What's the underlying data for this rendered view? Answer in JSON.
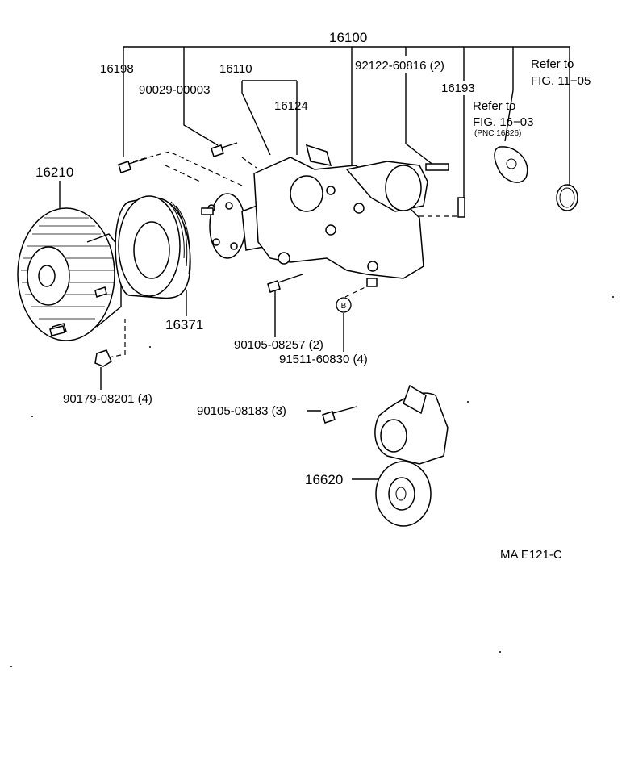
{
  "labels": {
    "p16100": "16100",
    "p16198": "16198",
    "p16110": "16110",
    "p92122": "92122-60816 (2)",
    "p16193": "16193",
    "refer1105_a": "Refer to",
    "refer1105_b": "FIG. 11−05",
    "p90029": "90029-00003",
    "p16124": "16124",
    "refer1603_a": "Refer to",
    "refer1603_b": "FIG. 16−03",
    "pnc": "(PNC 16326)",
    "p16210": "16210",
    "p16371": "16371",
    "p90105a": "90105-08257 (2)",
    "markB": "B",
    "p91511": "91511-60830 (4)",
    "p90179": "90179-08201 (4)",
    "p90105b": "90105-08183 (3)",
    "p16620": "16620",
    "code": "MA  E121-C"
  }
}
